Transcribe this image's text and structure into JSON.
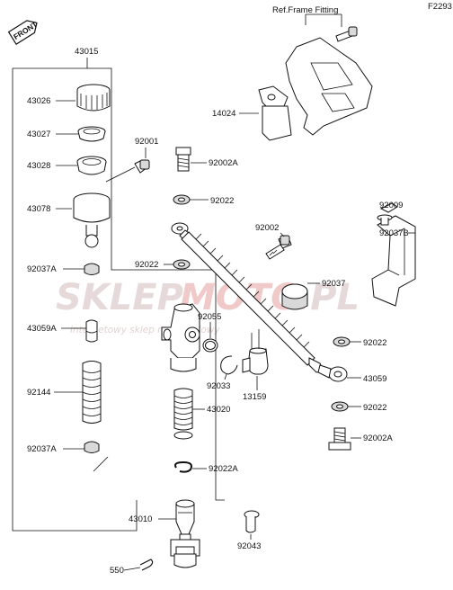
{
  "figure_code": "F2293",
  "front_badge": "FRONT",
  "ref_frame_fitting": "Ref.Frame Fitting",
  "watermark": {
    "brand_left": "SKLEP",
    "brand_mid": "MOTO",
    "brand_right": ".PL",
    "tagline": "intergetowy sklep motocyklowy"
  },
  "parts": {
    "p43015": "43015",
    "p43026": "43026",
    "p43027": "43027",
    "p43028": "43028",
    "p43078": "43078",
    "p92037a_top": "92037A",
    "p43059a": "43059A",
    "p92144": "92144",
    "p92037a_bottom": "92037A",
    "p92001": "92001",
    "p92002a_top": "92002A",
    "p92022_a": "92022",
    "p92022_b": "92022",
    "p92055": "92055",
    "p92033": "92033",
    "p13159": "13159",
    "p43020": "43020",
    "p92022a": "92022A",
    "p43010": "43010",
    "p550": "550",
    "p92043": "92043",
    "p14024": "14024",
    "p92002": "92002",
    "p92037": "92037",
    "p92022_c": "92022",
    "p43059": "43059",
    "p92022_d": "92022",
    "p92002a_bottom": "92002A",
    "p92009": "92009",
    "p92037b": "92037B"
  }
}
